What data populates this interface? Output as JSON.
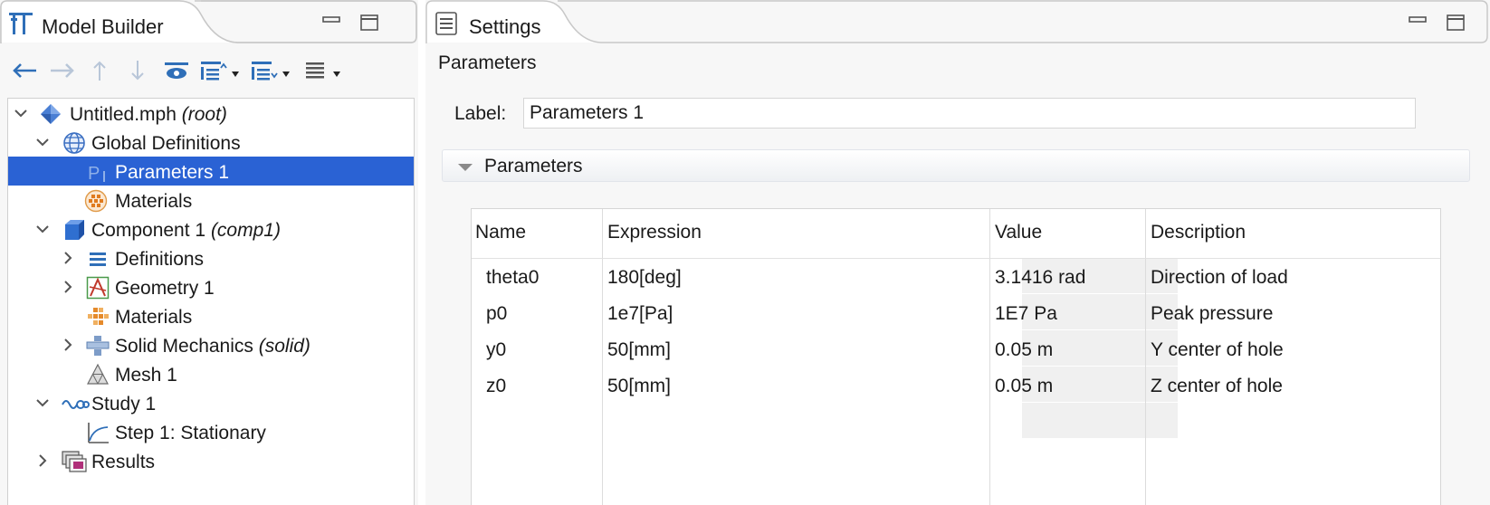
{
  "model_builder": {
    "title": "Model Builder",
    "tree": [
      {
        "label": "Untitled.mph",
        "tag": "(root)",
        "icon": "mph-file-icon"
      },
      {
        "label": "Global Definitions",
        "tag": "",
        "icon": "globe-icon"
      },
      {
        "label": "Parameters 1",
        "tag": "",
        "icon": "parameters-icon",
        "selected": true
      },
      {
        "label": "Materials",
        "tag": "",
        "icon": "global-materials-icon"
      },
      {
        "label": "Component 1",
        "tag": "(comp1)",
        "icon": "component-icon"
      },
      {
        "label": "Definitions",
        "tag": "",
        "icon": "definitions-icon"
      },
      {
        "label": "Geometry 1",
        "tag": "",
        "icon": "geometry-icon"
      },
      {
        "label": "Materials",
        "tag": "",
        "icon": "materials-icon"
      },
      {
        "label": "Solid Mechanics",
        "tag": "(solid)",
        "icon": "solid-mechanics-icon"
      },
      {
        "label": "Mesh 1",
        "tag": "",
        "icon": "mesh-icon"
      },
      {
        "label": "Study 1",
        "tag": "",
        "icon": "study-icon"
      },
      {
        "label": "Step 1: Stationary",
        "tag": "",
        "icon": "stationary-step-icon"
      },
      {
        "label": "Results",
        "tag": "",
        "icon": "results-icon"
      }
    ]
  },
  "settings": {
    "title": "Settings",
    "section_title": "Parameters",
    "label_caption": "Label:",
    "label_value": "Parameters 1",
    "group_title": "Parameters",
    "columns": [
      "Name",
      "Expression",
      "Value",
      "Description"
    ],
    "rows": [
      {
        "name": "theta0",
        "expression": "180[deg]",
        "value": "3.1416 rad",
        "description": "Direction of load"
      },
      {
        "name": "p0",
        "expression": "1e7[Pa]",
        "value": "1E7 Pa",
        "description": "Peak pressure"
      },
      {
        "name": "y0",
        "expression": "50[mm]",
        "value": "0.05 m",
        "description": "Y center of hole"
      },
      {
        "name": "z0",
        "expression": "50[mm]",
        "value": "0.05 m",
        "description": "Z center of hole"
      }
    ]
  },
  "colors": {
    "selection": "#2a62d4",
    "toolbar_icon": "#2f6fb8",
    "value_cell": "#f0f0f0"
  }
}
